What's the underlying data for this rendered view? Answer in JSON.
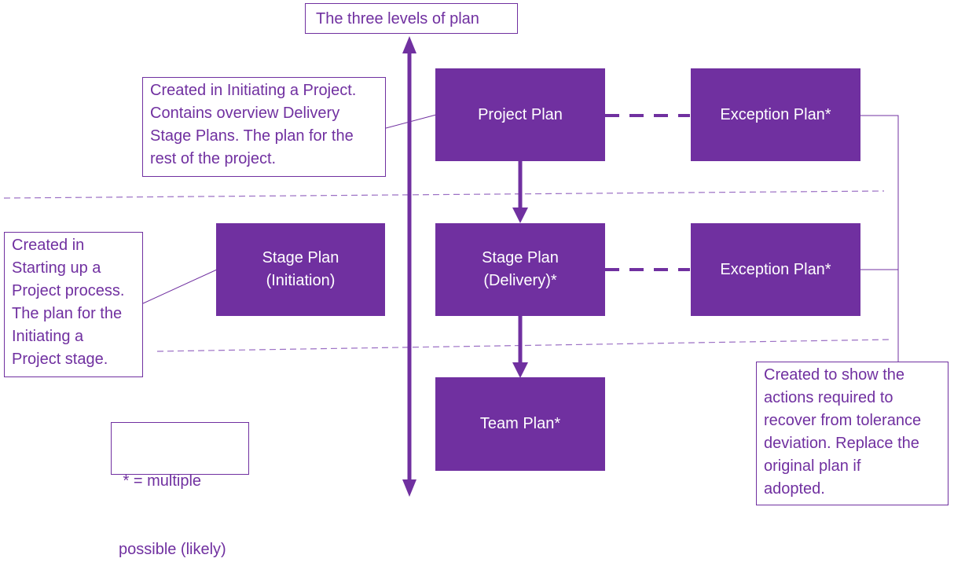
{
  "title": "The three levels of plan",
  "colors": {
    "accent": "#7030a0",
    "text": "#7030a0",
    "box_text": "#ffffff",
    "divider": "#9b6fc4"
  },
  "boxes": {
    "project_plan": [
      "Project Plan"
    ],
    "exception_plan_top": [
      "Exception Plan*"
    ],
    "stage_plan_initiation": [
      "Stage Plan",
      "(Initiation)"
    ],
    "stage_plan_delivery": [
      "Stage Plan",
      "(Delivery)*"
    ],
    "exception_plan_middle": [
      "Exception Plan*"
    ],
    "team_plan": [
      "Team Plan*"
    ]
  },
  "notes": {
    "project_plan_note": [
      "Created in Initiating a Project.",
      "Contains overview Delivery",
      "Stage Plans. The plan for the",
      "rest of the project."
    ],
    "initiation_note": [
      "Created in",
      "Starting up a",
      "Project process.",
      "The plan for the",
      "Initiating a",
      "Project stage."
    ],
    "exception_note": [
      "Created to show the",
      "actions required to",
      "recover from tolerance",
      "deviation. Replace the",
      "original plan if",
      "adopted."
    ],
    "legend_note": [
      " * = multiple",
      "possible (likely)"
    ]
  }
}
